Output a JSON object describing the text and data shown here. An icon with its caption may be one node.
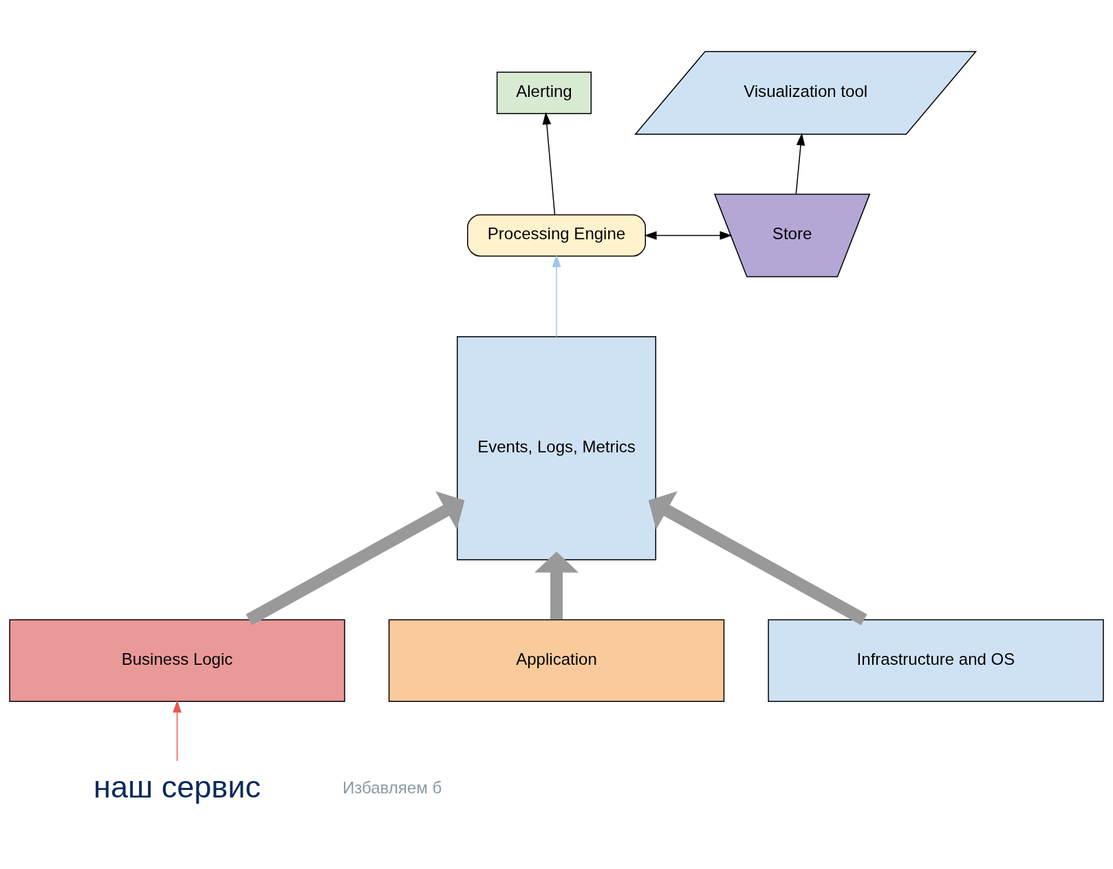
{
  "diagram": {
    "nodes": [
      {
        "text": [
          "Alerting"
        ]
      },
      {
        "text": [
          "Visualization tool"
        ]
      },
      {
        "text": [
          "Processing Engine"
        ]
      },
      {
        "text": [
          "Store"
        ]
      },
      {
        "text": [
          "наш сервис"
        ]
      },
      {
        "text": [
          "Events, Logs, Metrics"
        ]
      },
      {
        "text": [
          "Business Logic"
        ]
      },
      {
        "text": [
          "Application"
        ]
      },
      {
        "text": [
          "Infrastructure and OS"
        ]
      }
    ],
    "edges": [
      {
        "from": 2,
        "to": 0,
        "arrow": "to"
      },
      {
        "from": 3,
        "to": 1,
        "arrow": "to"
      },
      {
        "from": 2,
        "to": 3,
        "arrow": "both"
      },
      {
        "from": 4,
        "to": 6,
        "arrow": "to",
        "color": "#e8574f"
      },
      {
        "from": 5,
        "to": 2,
        "arrow": "to",
        "color": "#9fc5e8"
      },
      {
        "from": 6,
        "to": 5,
        "arrow": "to",
        "style": "thick",
        "color": "#999999"
      },
      {
        "from": 7,
        "to": 5,
        "arrow": "to",
        "style": "thick",
        "color": "#999999"
      },
      {
        "from": 8,
        "to": 5,
        "arrow": "to",
        "style": "thick",
        "color": "#999999"
      }
    ],
    "labels": [
      "Избавляем б"
    ]
  }
}
